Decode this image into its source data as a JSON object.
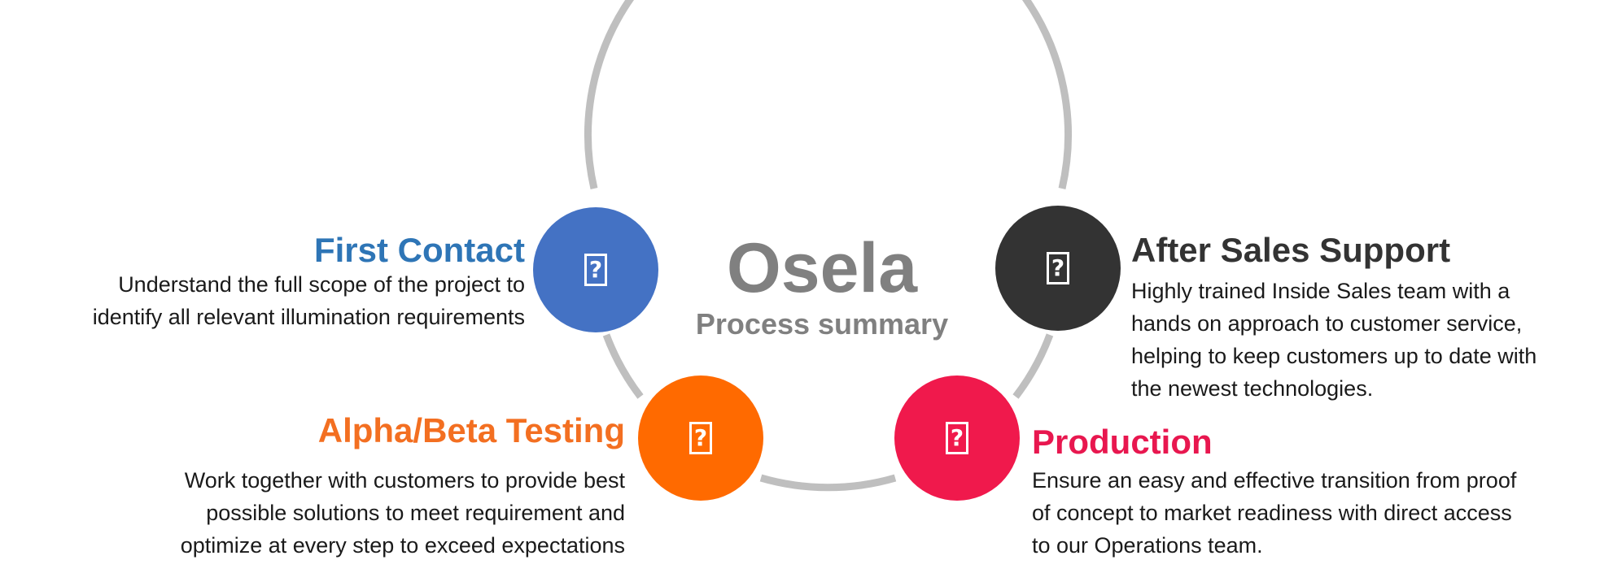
{
  "center": {
    "brand": "Osela",
    "subtitle": "Process summary"
  },
  "steps": {
    "first_contact": {
      "title": "First Contact",
      "color": "#2e75b6",
      "circle_color": "#4472c4",
      "icon": "unknown-glyph-icon",
      "description": [
        "Understand the full scope of the project to",
        "identify all relevant illumination requirements"
      ]
    },
    "after_sales": {
      "title": "After Sales Support",
      "color": "#333333",
      "circle_color": "#333333",
      "icon": "unknown-glyph-icon",
      "description": [
        "Highly trained Inside Sales team with a",
        "hands on approach to customer service,",
        "helping to keep customers up to date with",
        "the newest technologies."
      ]
    },
    "alpha_beta": {
      "title": "Alpha/Beta Testing",
      "color": "#f36f21",
      "circle_color": "#ff6a00",
      "icon": "unknown-glyph-icon",
      "description": [
        "Work together with customers to provide best",
        "possible solutions to meet requirement and",
        "optimize at every step to exceed expectations"
      ]
    },
    "production": {
      "title": "Production",
      "color": "#e8174f",
      "circle_color": "#f0194c",
      "icon": "unknown-glyph-icon",
      "description": [
        "Ensure an easy and effective transition from proof",
        "of concept to market readiness with direct access",
        "to our Operations team."
      ]
    }
  },
  "ring_color": "#bfbfbf"
}
